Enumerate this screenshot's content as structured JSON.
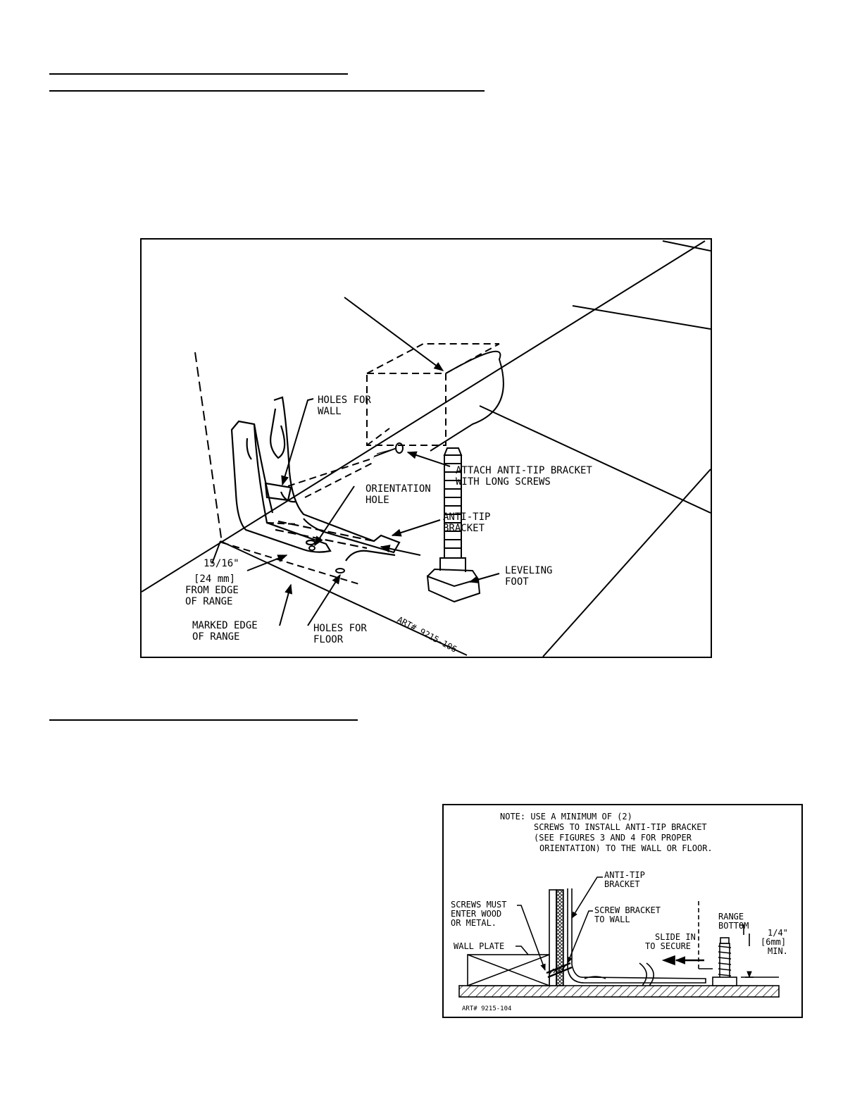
{
  "figure1": {
    "callouts": {
      "holes_for_wall": [
        "HOLES FOR",
        "WALL"
      ],
      "attach": [
        "ATTACH ANTI-TIP BRACKET",
        "WITH LONG SCREWS"
      ],
      "orientation_hole": [
        "ORIENTATION",
        "HOLE"
      ],
      "anti_tip_bracket": [
        "ANTI-TIP",
        "BRACKET"
      ],
      "leveling_foot": [
        "LEVELING",
        "FOOT"
      ],
      "from_edge": [
        "15/16\"",
        "[24 mm]",
        "FROM EDGE",
        "OF RANGE"
      ],
      "marked_edge": [
        "MARKED EDGE",
        "OF RANGE"
      ],
      "holes_for_floor": [
        "HOLES FOR",
        "FLOOR"
      ],
      "art_number": "ART# 9215-106"
    }
  },
  "figure2": {
    "note": [
      "NOTE: USE A MINIMUM OF (2)",
      "SCREWS TO INSTALL ANTI-TIP BRACKET",
      "(SEE FIGURES 3 AND 4 FOR PROPER",
      "ORIENTATION) TO THE WALL OR FLOOR."
    ],
    "callouts": {
      "anti_tip_bracket": [
        "ANTI-TIP",
        "BRACKET"
      ],
      "screws_must": [
        "SCREWS MUST",
        "ENTER WOOD",
        "OR METAL."
      ],
      "screw_bracket": [
        "SCREW BRACKET",
        "TO WALL"
      ],
      "range_bottom": [
        "RANGE",
        "BOTTOM"
      ],
      "slide_in": [
        "SLIDE IN",
        "TO SECURE"
      ],
      "clearance": [
        "1/4\"",
        "[6mm]",
        "MIN."
      ],
      "wall_plate": "WALL PLATE",
      "art_number": "ART# 9215-104"
    }
  }
}
